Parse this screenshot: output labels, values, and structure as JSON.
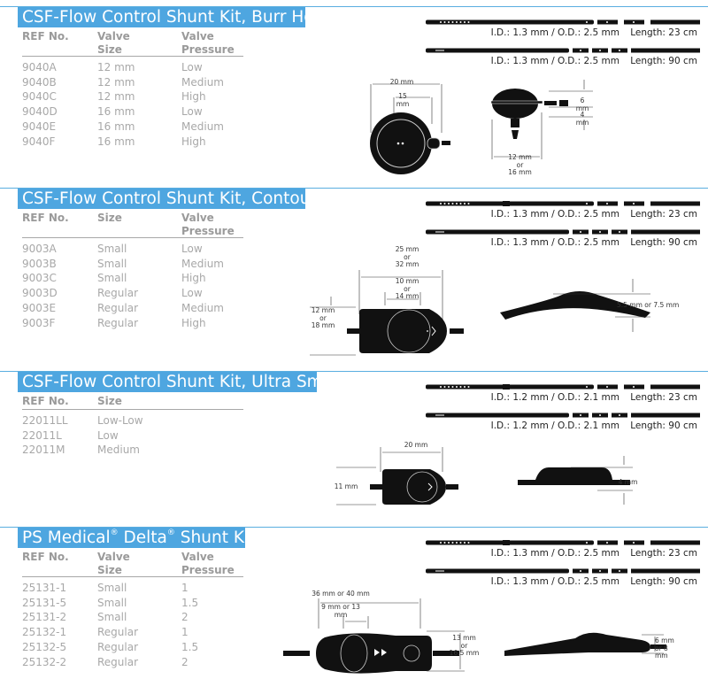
{
  "sections": [
    {
      "title": "CSF-Flow Control Shunt Kit, Burr Hole",
      "columns": [
        [
          "REF No."
        ],
        [
          "Valve",
          "Size"
        ],
        [
          "Valve",
          "Pressure"
        ]
      ],
      "rows": [
        [
          "9040A",
          "12 mm",
          "Low"
        ],
        [
          "9040B",
          "12 mm",
          "Medium"
        ],
        [
          "9040C",
          "12 mm",
          "High"
        ],
        [
          "9040D",
          "16 mm",
          "Low"
        ],
        [
          "9040E",
          "16 mm",
          "Medium"
        ],
        [
          "9040F",
          "16 mm",
          "High"
        ]
      ],
      "catheters": [
        {
          "spec": "I.D.: 1.3 mm / O.D.: 2.5 mm",
          "length": "Length: 23 cm"
        },
        {
          "spec": "I.D.: 1.3 mm / O.D.: 2.5 mm",
          "length": "Length: 90 cm"
        }
      ],
      "dimensions": [
        "20 mm",
        "15 mm",
        "6 mm",
        "4 mm",
        "12 mm\nor\n16 mm"
      ]
    },
    {
      "title": "CSF-Flow Control Shunt Kit, Contoured",
      "columns": [
        [
          "REF No."
        ],
        [
          "Size"
        ],
        [
          "Valve",
          "Pressure"
        ]
      ],
      "rows": [
        [
          "9003A",
          "Small",
          "Low"
        ],
        [
          "9003B",
          "Small",
          "Medium"
        ],
        [
          "9003C",
          "Small",
          "High"
        ],
        [
          "9003D",
          "Regular",
          "Low"
        ],
        [
          "9003E",
          "Regular",
          "Medium"
        ],
        [
          "9003F",
          "Regular",
          "High"
        ]
      ],
      "catheters": [
        {
          "spec": "I.D.: 1.3 mm / O.D.: 2.5 mm",
          "length": "Length: 23 cm"
        },
        {
          "spec": "I.D.: 1.3 mm / O.D.: 2.5 mm",
          "length": "Length: 90 cm"
        }
      ],
      "dimensions": [
        "25 mm\nor\n32 mm",
        "10 mm\nor\n14 mm",
        "12 mm\nor\n18 mm",
        "5.5 mm or 7.5 mm"
      ]
    },
    {
      "title": "CSF-Flow Control Shunt Kit, Ultra Small",
      "columns": [
        [
          "REF No."
        ],
        [
          "Size"
        ]
      ],
      "rows": [
        [
          "22011LL",
          "Low-Low"
        ],
        [
          "22011L",
          "Low"
        ],
        [
          "22011M",
          "Medium"
        ]
      ],
      "catheters": [
        {
          "spec": "I.D.: 1.2 mm / O.D.: 2.1 mm",
          "length": "Length: 23 cm"
        },
        {
          "spec": "I.D.: 1.2 mm / O.D.: 2.1 mm",
          "length": "Length: 90 cm"
        }
      ],
      "dimensions": [
        "20 mm",
        "11 mm",
        "4 mm"
      ]
    },
    {
      "title_parts": [
        "PS Medical",
        "®",
        " Delta",
        "®",
        " Shunt Kit"
      ],
      "columns": [
        [
          "REF No."
        ],
        [
          "Valve",
          "Size"
        ],
        [
          "Valve",
          "Pressure"
        ]
      ],
      "rows": [
        [
          "25131-1",
          "Small",
          "1"
        ],
        [
          "25131-5",
          "Small",
          "1.5"
        ],
        [
          "25131-2",
          "Small",
          "2"
        ],
        [
          "25132-1",
          "Regular",
          "1"
        ],
        [
          "25132-5",
          "Regular",
          "1.5"
        ],
        [
          "25132-2",
          "Regular",
          "2"
        ]
      ],
      "catheters": [
        {
          "spec": "I.D.: 1.3 mm / O.D.: 2.5 mm",
          "length": "Length: 23 cm"
        },
        {
          "spec": "I.D.: 1.3 mm / O.D.: 2.5 mm",
          "length": "Length: 90 cm"
        }
      ],
      "dimensions": [
        "36 mm or 40 mm",
        "9 mm or 13 mm",
        "13 mm\nor\n16.5 mm",
        "6 mm\nor 8 mm"
      ]
    }
  ]
}
